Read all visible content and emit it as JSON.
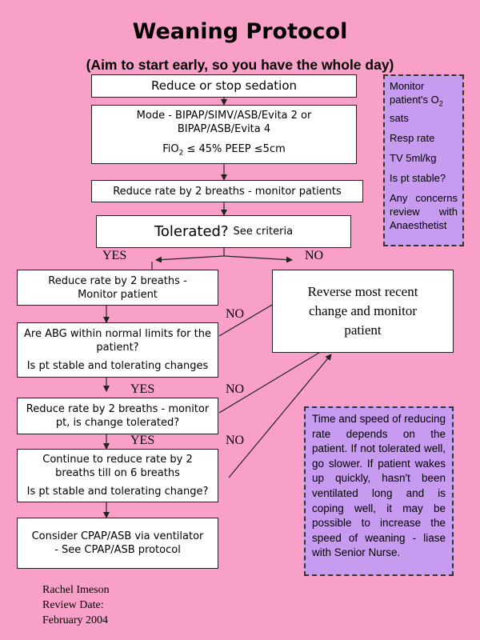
{
  "title": "Weaning Protocol",
  "subtitle": "(Aim to start early, so you have the whole day)",
  "steps": {
    "reduce_sedation": "Reduce or stop sedation",
    "mode_line1": "Mode - BIPAP/SIMV/ASB/Evita 2 or BIPAP/ASB/Evita 4",
    "mode_fio2_prefix": "FiO",
    "mode_fio2_sub": "2",
    "mode_fio2_suffix": " ≤ 45% PEEP ≤5cm",
    "reduce_rate_monitor": "Reduce rate by 2 breaths - monitor patients",
    "tolerated": "Tolerated?",
    "see_criteria": "See criteria",
    "reduce_rate_monitor_patient": "Reduce rate by 2 breaths - Monitor patient",
    "abg_question": "Are ABG within normal limits for the patient?",
    "stable_tolerating": "Is pt stable and tolerating changes",
    "reduce_rate_change_tolerated": "Reduce rate by 2 breaths - monitor pt, is change tolerated?",
    "continue_reduce": "Continue to reduce rate by 2 breaths till on 6 breaths",
    "stable_tolerating_change": "Is pt stable and tolerating change?",
    "consider_cpap": "Consider CPAP/ASB via ventilator - See CPAP/ASB protocol",
    "reverse_change": "Reverse most recent change and monitor patient"
  },
  "labels": {
    "yes": "YES",
    "no": "NO"
  },
  "monitor_note": {
    "line1": "Monitor patient's O",
    "line1_sub": "2",
    "line1_end": " sats",
    "items": [
      "Resp rate",
      "TV 5ml/kg",
      "Is pt stable?",
      "Any concerns review with Anaesthetist"
    ]
  },
  "speed_note": "Time and speed of reducing rate depends on the patient. If not tolerated well, go slower. If patient wakes up quickly, hasn't been ventilated long and is coping well, it may be possible to increase the speed of weaning - liase with Senior Nurse.",
  "footer": {
    "author": "Rachel Imeson",
    "review_label": "Review Date:",
    "review_date": "February 2004"
  },
  "colors": {
    "background": "#f9a0c8",
    "note_fill": "#c79cf0",
    "box_fill": "#ffffff"
  }
}
